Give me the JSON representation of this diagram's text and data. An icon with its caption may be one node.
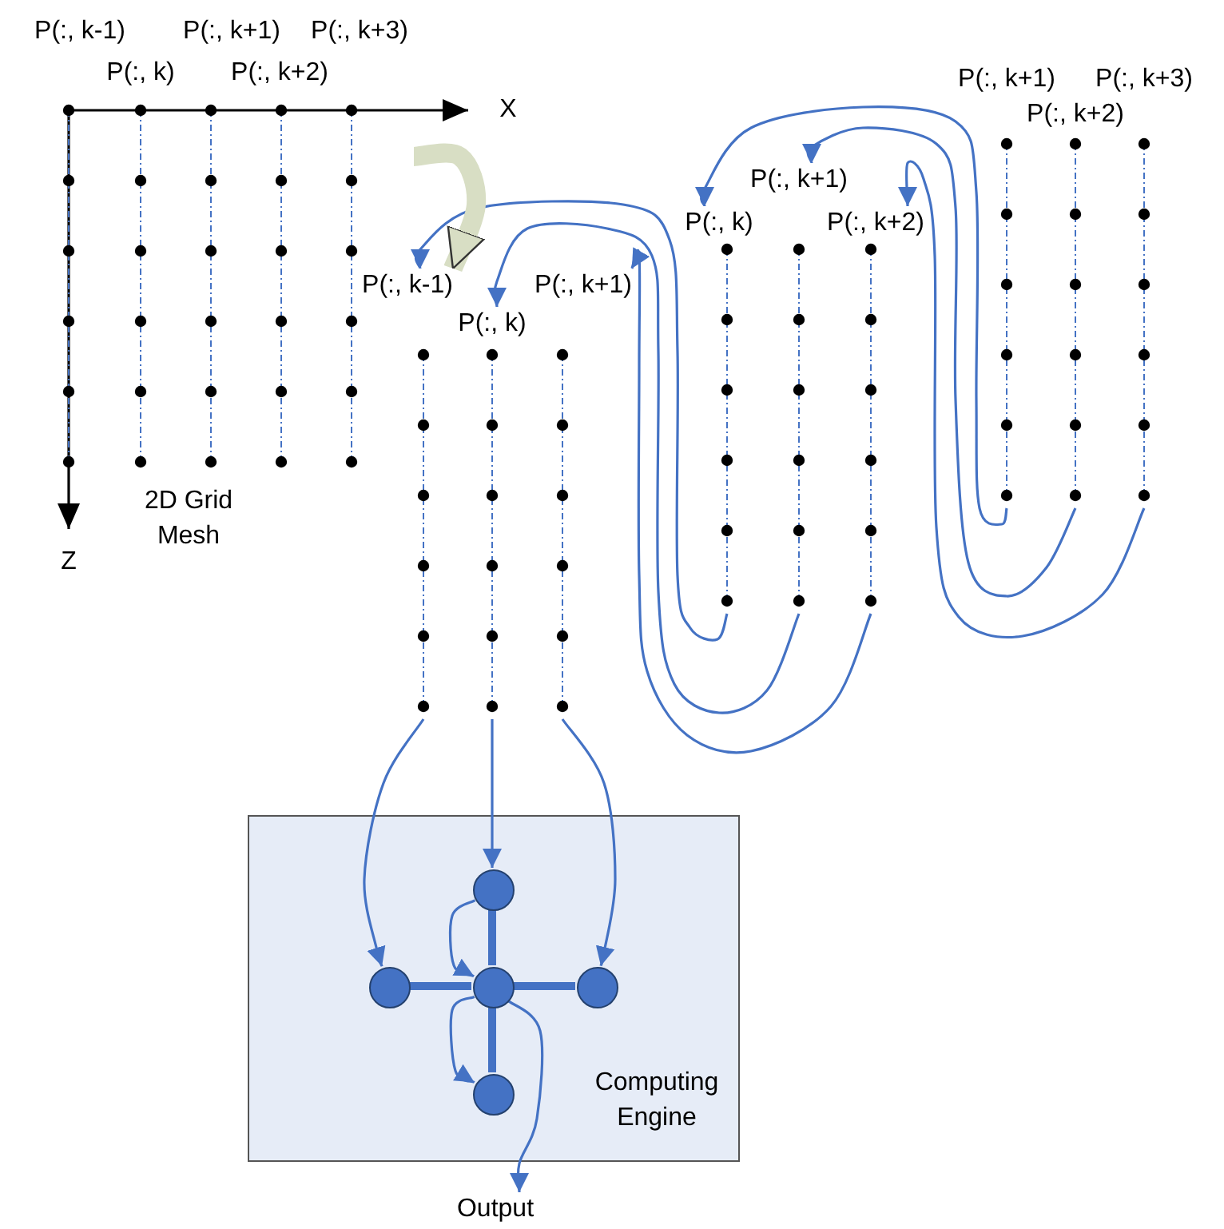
{
  "diagram": {
    "nodes": [
      {
        "text": [
          "P(:, k-1)"
        ]
      },
      {
        "text": [
          "P(:, k)"
        ]
      },
      {
        "text": [
          "P(:, k+1)"
        ]
      },
      {
        "text": [
          "P(:, k+2)"
        ]
      },
      {
        "text": [
          "P(:, k+3)"
        ]
      },
      {
        "text": [
          "P(:, k+1)"
        ]
      },
      {
        "text": [
          "P(:, k+2)"
        ]
      },
      {
        "text": [
          "P(:, k+3)"
        ]
      },
      {
        "text": [
          "P(:, k)"
        ]
      },
      {
        "text": [
          "P(:, k+1)"
        ]
      },
      {
        "text": [
          "P(:, k+2)"
        ]
      },
      {
        "text": [
          "P(:, k-1)"
        ]
      },
      {
        "text": [
          "P(:, k)"
        ]
      },
      {
        "text": [
          "P(:, k+1)"
        ]
      },
      {
        "text": [
          "Computing Engine"
        ]
      },
      {
        "text": [],
        "shape": "circle",
        "in": 14
      },
      {
        "text": [],
        "shape": "circle",
        "in": 14
      },
      {
        "text": [],
        "shape": "circle",
        "in": 14
      },
      {
        "text": [],
        "shape": "circle",
        "in": 14
      },
      {
        "text": [],
        "shape": "circle",
        "in": 14
      },
      {
        "text": [
          "Output"
        ]
      }
    ],
    "edges": [
      {
        "from": 5,
        "to": 8,
        "arrow": "to"
      },
      {
        "from": 6,
        "to": 9,
        "arrow": "to"
      },
      {
        "from": 7,
        "to": 10,
        "arrow": "to"
      },
      {
        "from": 8,
        "to": 11,
        "arrow": "to"
      },
      {
        "from": 9,
        "to": 12,
        "arrow": "to"
      },
      {
        "from": 10,
        "to": 13,
        "arrow": "to"
      },
      {
        "from": 11,
        "to": 16,
        "arrow": "to"
      },
      {
        "from": 12,
        "to": 15,
        "arrow": "to"
      },
      {
        "from": 13,
        "to": 18,
        "arrow": "to"
      },
      {
        "from": 15,
        "to": 17,
        "arrow": "to"
      },
      {
        "from": 17,
        "to": 19,
        "arrow": "to"
      },
      {
        "from": 17,
        "to": 20,
        "arrow": "to"
      },
      {
        "from": 17,
        "to": 15,
        "arrow": "none",
        "style": "thick"
      },
      {
        "from": 17,
        "to": 16,
        "arrow": "none",
        "style": "thick"
      },
      {
        "from": 17,
        "to": 18,
        "arrow": "none",
        "style": "thick"
      },
      {
        "from": 17,
        "to": 19,
        "arrow": "none",
        "style": "thick"
      },
      {
        "from": 4,
        "to": 11,
        "arrow": "to",
        "style": "thick",
        "color": "#d8dec4"
      }
    ],
    "labels": [
      "X",
      "Z",
      "2D Grid Mesh"
    ]
  }
}
